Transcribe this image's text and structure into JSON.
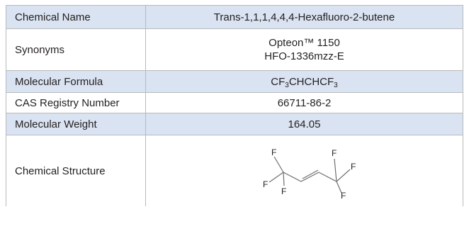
{
  "table": {
    "rows": [
      {
        "label": "Chemical Name",
        "value": "Trans-1,1,1,4,4,4-Hexafluoro-2-butene"
      },
      {
        "label": "Synonyms",
        "values": [
          "Opteon™ 1150",
          "HFO-1336mzz-E"
        ]
      },
      {
        "label": "Molecular Formula",
        "formula": [
          "CF",
          "3",
          "CHCHCF",
          "3"
        ]
      },
      {
        "label": "CAS Registry Number",
        "value": "66711-86-2"
      },
      {
        "label": "Molecular Weight",
        "value": "164.05"
      },
      {
        "label": "Chemical Structure",
        "structure_atoms": [
          "F",
          "F",
          "F",
          "F",
          "F",
          "F"
        ]
      }
    ]
  },
  "colors": {
    "shaded_row": "#d9e3f1",
    "border": "#b8babc",
    "text": "#231f20"
  }
}
